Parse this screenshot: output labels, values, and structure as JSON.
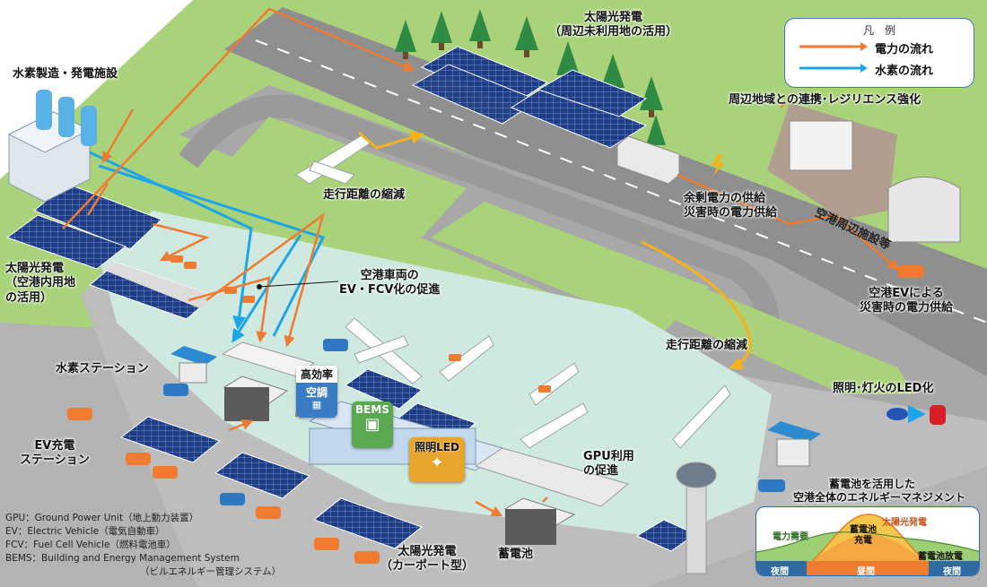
{
  "legend": {
    "title": "凡　例",
    "power_label": "電力の流れ",
    "hydrogen_label": "水素の流れ"
  },
  "labels": {
    "hydrogen_plant": "水素製造・発電施設",
    "solar_unused_line1": "太陽光発電",
    "solar_unused_line2": "（周辺未利用地の活用）",
    "regional_resilience": "周辺地域との連携･レジリエンス強化",
    "taxi_reduction_top": "走行距離の縮減",
    "surplus_line1": "余剰電力の供給",
    "surplus_line2": "災害時の電力供給",
    "airport_facilities": "空港周辺施設等",
    "solar_airport_line1": "太陽光発電",
    "solar_airport_line2": "（空港内用地",
    "solar_airport_line3": "の活用）",
    "ev_fcv_line1": "空港車両の",
    "ev_fcv_line2": "EV・FCV化の促進",
    "ev_disaster_line1": "空港EVによる",
    "ev_disaster_line2": "災害時の電力供給",
    "taxi_reduction_right": "走行距離の縮減",
    "hydrogen_station": "水素ステーション",
    "led": "照明･灯火のLED化",
    "ev_charging_line1": "EV充電",
    "ev_charging_line2": "ステーション",
    "gpu_line1": "GPU利用",
    "gpu_line2": "の促進",
    "battery_mgmt_line1": "蓄電池を活用した",
    "battery_mgmt_line2": "空港全体のエネルギーマネジメント",
    "solar_carport_line1": "太陽光発電",
    "solar_carport_line2": "（カーポート型）",
    "battery": "蓄電池"
  },
  "badges": {
    "hvac_line1": "高効率",
    "hvac_line2": "空調",
    "bems": "BEMS",
    "lighting": "照明LED"
  },
  "notes": {
    "gpu": "GPU：Ground Power Unit（地上動力装置）",
    "ev": "EV：Electric Vehicle（電気自動車）",
    "fcv": "FCV：Fuel Cell Vehicle（燃料電池車）",
    "bems_line1": "BEMS：Building and Energy Management System",
    "bems_line2": "（ビルエネルギー管理システム）"
  },
  "management_chart": {
    "demand": "電力需要",
    "solar": "太陽光発電",
    "charge_line1": "蓄電池",
    "charge_line2": "充電",
    "discharge": "蓄電池放電",
    "night_left": "夜間",
    "day": "昼間",
    "night_right": "夜間"
  },
  "colors": {
    "power": "#ee7b30",
    "hydrogen": "#1ea5e9",
    "taxi": "#f5b21b",
    "grass": "#a9d27a",
    "apron": "#cfe9e1",
    "pavement": "#b9b9b9",
    "badge_blue": "#3b7dc4",
    "badge_green": "#5aa851",
    "badge_gold": "#e6a52b"
  }
}
